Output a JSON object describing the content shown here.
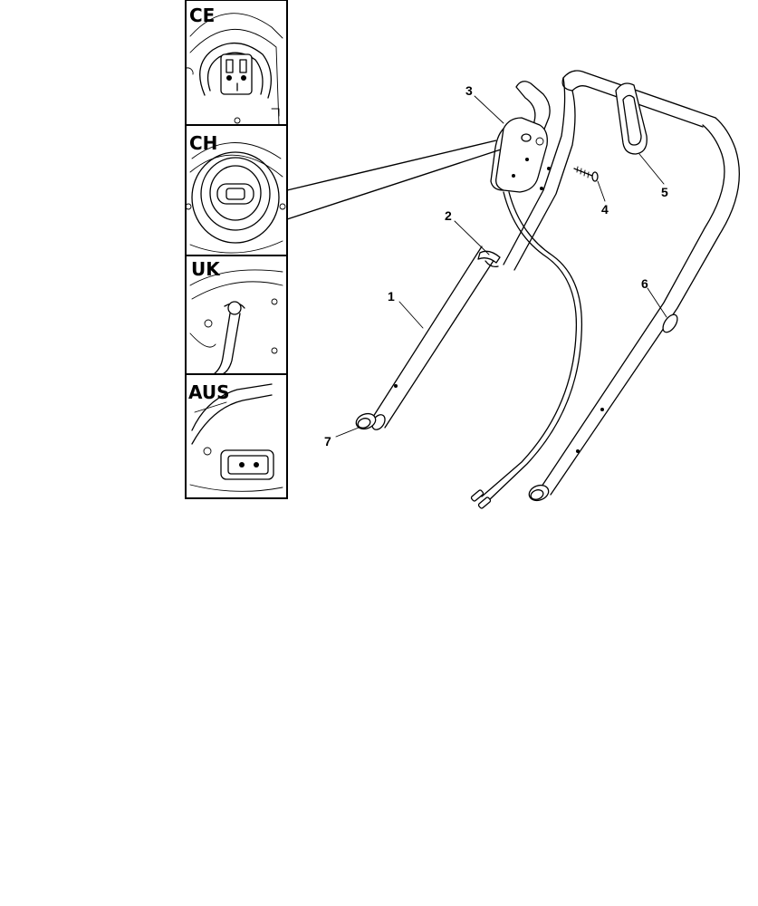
{
  "regions": {
    "ce": "CE",
    "ch": "CH",
    "uk": "UK",
    "aus": "AUS"
  },
  "callouts": {
    "lower_handle_left": "1",
    "cable_clip": "2",
    "switch_box": "3",
    "screw": "4",
    "cable_guide": "5",
    "lower_handle_right": "6",
    "handle_knob": "7"
  }
}
